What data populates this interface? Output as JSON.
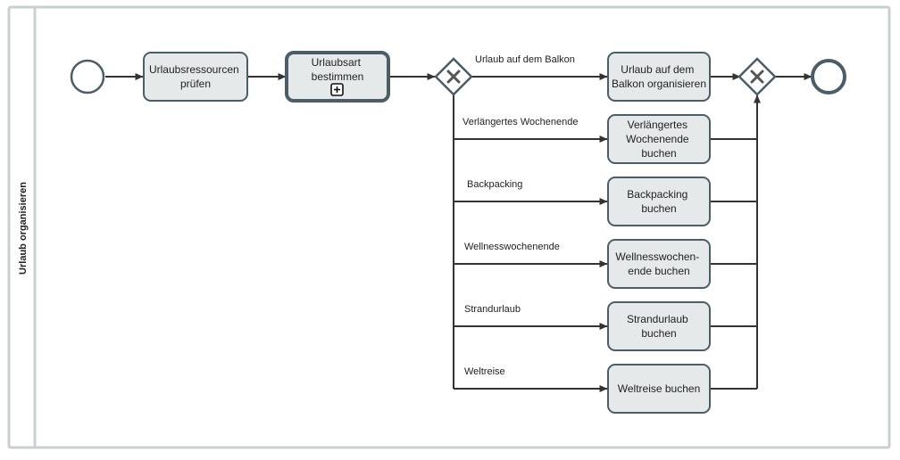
{
  "pool": {
    "label": "Urlaub organisieren"
  },
  "tasks": {
    "check_resources": [
      "Urlaubsressourcen",
      "prüfen"
    ],
    "determine_type": [
      "Urlaubsart",
      "bestimmen"
    ],
    "balcony": [
      "Urlaub auf dem",
      "Balkon organisieren"
    ],
    "long_weekend": [
      "Verlängertes",
      "Wochenende",
      "buchen"
    ],
    "backpacking": [
      "Backpacking",
      "buchen"
    ],
    "wellness": [
      "Wellnesswochen-",
      "ende buchen"
    ],
    "beach": [
      "Strandurlaub",
      "buchen"
    ],
    "world_trip": [
      "Weltreise buchen"
    ]
  },
  "branches": {
    "balcony": "Urlaub auf dem Balkon",
    "long_weekend": "Verlängertes Wochenende",
    "backpacking": "Backpacking",
    "wellness": "Wellnesswochenende",
    "beach": "Strandurlaub",
    "world_trip": "Weltreise"
  },
  "colors": {
    "task_fill": "#e6e9ea",
    "task_stroke": "#4b5d66",
    "line": "#333333",
    "pool_border": "#c9d0d3",
    "gateway_mark": "#555555"
  },
  "icons": {
    "subprocess_marker": "plus-box-icon",
    "gateway_marker": "x-icon"
  }
}
